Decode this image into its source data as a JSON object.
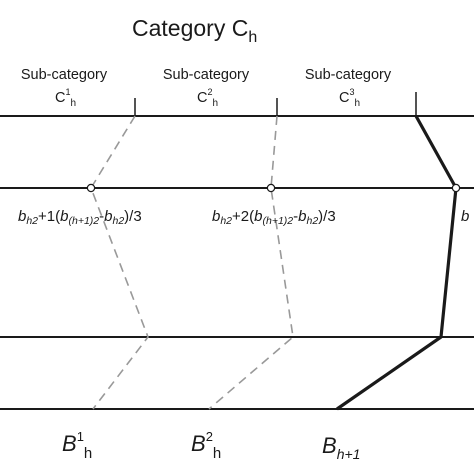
{
  "title": {
    "text": "Category C",
    "sub": "h"
  },
  "subcategories": [
    {
      "label": "Sub-category",
      "name": "C",
      "sup": "1",
      "sub": "h"
    },
    {
      "label": "Sub-category",
      "name": "C",
      "sup": "2",
      "sub": "h"
    },
    {
      "label": "Sub-category",
      "name": "C",
      "sup": "3",
      "sub": "h"
    }
  ],
  "formulas": [
    {
      "b1": "b",
      "b1_sub": "h2",
      "mid": "+1(",
      "b2": "b",
      "b2_sub": "(h+1)2",
      "dash": "-",
      "b3": "b",
      "b3_sub": "h2",
      "end": ")/3"
    },
    {
      "b1": "b",
      "b1_sub": "h2",
      "mid": "+2(",
      "b2": "b",
      "b2_sub": "(h+1)2",
      "dash": "-",
      "b3": "b",
      "b3_sub": "h2",
      "end": ")/3"
    },
    {
      "b1": "b"
    }
  ],
  "bottom_labels": [
    {
      "name": "B",
      "sup": "1",
      "sub": "h"
    },
    {
      "name": "B",
      "sup": "2",
      "sub": "h"
    },
    {
      "name": "B",
      "sub": "h+1"
    }
  ],
  "colors": {
    "line": "#1a1a1a",
    "dashed": "#999999"
  }
}
